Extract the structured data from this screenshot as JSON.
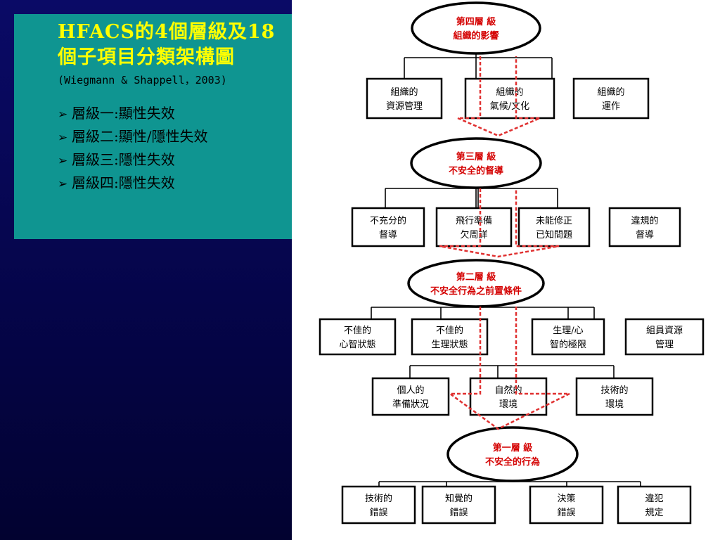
{
  "slide": {
    "title_lines": [
      "HFACS的4個層級及18",
      "個子項目分類架構圖"
    ],
    "citation": "(Wiegmann & Shappell，2003)",
    "bullet_icon": "right-arrowhead-icon",
    "bullets": [
      "層級一:顯性失效",
      "層級二:顯性/隱性失效",
      "層級三:隱性失效",
      "層級四:隱性失效"
    ]
  },
  "diagram": {
    "levels": [
      {
        "title": [
          "第四層 級",
          "組織的影響"
        ],
        "boxes": [
          [
            "組織的",
            "資源管理"
          ],
          [
            "組織的",
            "氣候/文化"
          ],
          [
            "組織的",
            "運作"
          ]
        ]
      },
      {
        "title": [
          "第三層 級",
          "不安全的督導"
        ],
        "boxes": [
          [
            "不充分的",
            "督導"
          ],
          [
            "飛行準備",
            "欠周詳"
          ],
          [
            "未能修正",
            "已知問題"
          ],
          [
            "違規的",
            "督導"
          ]
        ]
      },
      {
        "title": [
          "第二層 級",
          "不安全行為之前置條件"
        ],
        "boxes": [
          [
            "不佳的",
            "心智狀態"
          ],
          [
            "不佳的",
            "生理狀態"
          ],
          [
            "生理/心",
            "智的極限"
          ],
          [
            "組員資源",
            "管理"
          ]
        ],
        "sub_boxes": [
          [
            "個人的",
            "準備狀況"
          ],
          [
            "自然的",
            "環境"
          ],
          [
            "技術的",
            "環境"
          ]
        ]
      },
      {
        "title": [
          "第一層 級",
          "不安全的行為"
        ],
        "boxes": [
          [
            "技術的",
            "錯誤"
          ],
          [
            "知覺的",
            "錯誤"
          ],
          [
            "決策",
            "錯誤"
          ],
          [
            "違犯",
            "規定"
          ]
        ]
      }
    ],
    "colors": {
      "ellipse_label": "#d40000",
      "arrow": "#e03030",
      "line": "#000000"
    }
  }
}
